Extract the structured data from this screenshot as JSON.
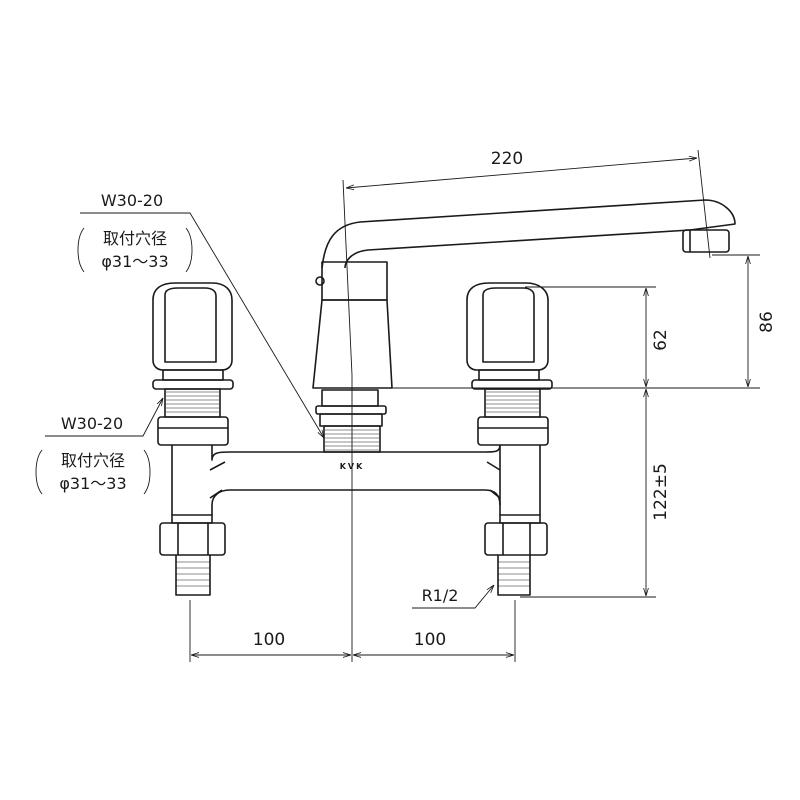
{
  "dimensions": {
    "spout_reach": "220",
    "handle_height": "62",
    "spout_height": "86",
    "body_depth": "122±5",
    "left_pitch": "100",
    "right_pitch": "100"
  },
  "callouts": {
    "upper": {
      "thread": "W30-20",
      "hole_label": "取付穴径",
      "hole_size": "φ31～33"
    },
    "lower": {
      "thread": "W30-20",
      "hole_label": "取付穴径",
      "hole_size": "φ31～33"
    },
    "pipe_thread": "R1/2"
  },
  "logo": "KVK",
  "colors": {
    "line": "#1a1a1a",
    "background": "#ffffff"
  }
}
